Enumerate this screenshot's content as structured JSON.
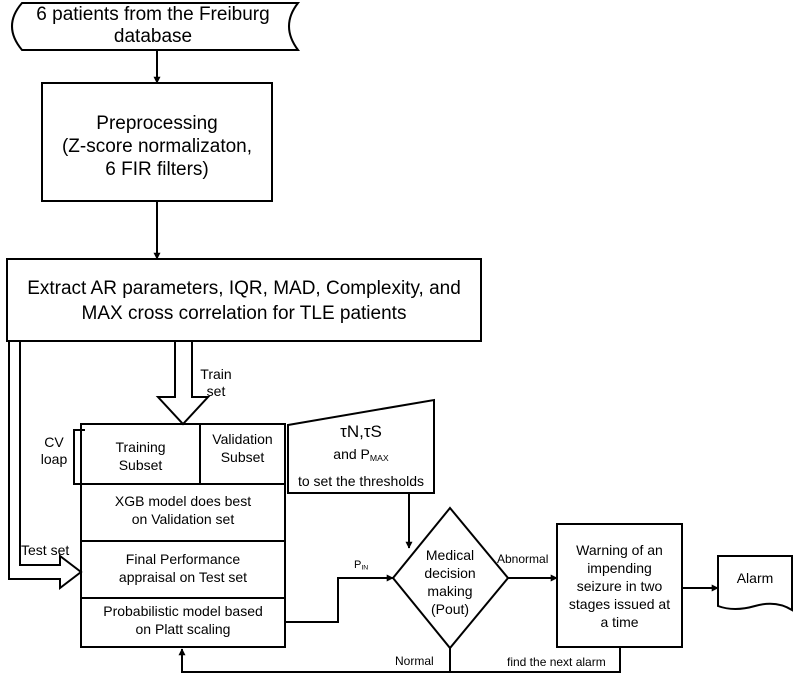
{
  "source": {
    "label": "6 patients from the Freiburg database"
  },
  "preprocessing": {
    "title": "Preprocessing",
    "line2": "(Z-score normalizaton,",
    "line3": "6 FIR filters)"
  },
  "extract": {
    "line1": "Extract AR parameters, IQR, MAD, Complexity, and",
    "line2": "MAX cross correlation for TLE patients"
  },
  "train_set": {
    "line1": "Train",
    "line2": "set"
  },
  "test_set": "Test set",
  "cv_loop": {
    "line1": "CV",
    "line2": "loap"
  },
  "training_subset": {
    "line1": "Training",
    "line2": "Subset"
  },
  "validation_subset": {
    "line1": "Validation",
    "line2": "Subset"
  },
  "xgb": {
    "line1": "XGB model does best",
    "line2": "on Validation set"
  },
  "final": {
    "line1": "Final Performance",
    "line2": "appraisal on Test set"
  },
  "prob": {
    "line1": "Probabilistic model based",
    "line2": "on Platt scaling"
  },
  "thresholds": {
    "line1": "τN,τS",
    "and": "and P",
    "pmax_sub": "MAX",
    "line3": "to set the thresholds"
  },
  "pin": {
    "main": "P",
    "sub": "IN"
  },
  "decision": {
    "line1": "Medical",
    "line2": "decision",
    "line3": "making",
    "line4": "(Pout)"
  },
  "abnormal": "Abnormal",
  "normal": "Normal",
  "warning": {
    "line1": "Warning of an",
    "line2": "impending",
    "line3": "seizure in two",
    "line4": "stages issued at",
    "line5": "a time"
  },
  "find_next": "find the next alarm",
  "alarm": "Alarm"
}
